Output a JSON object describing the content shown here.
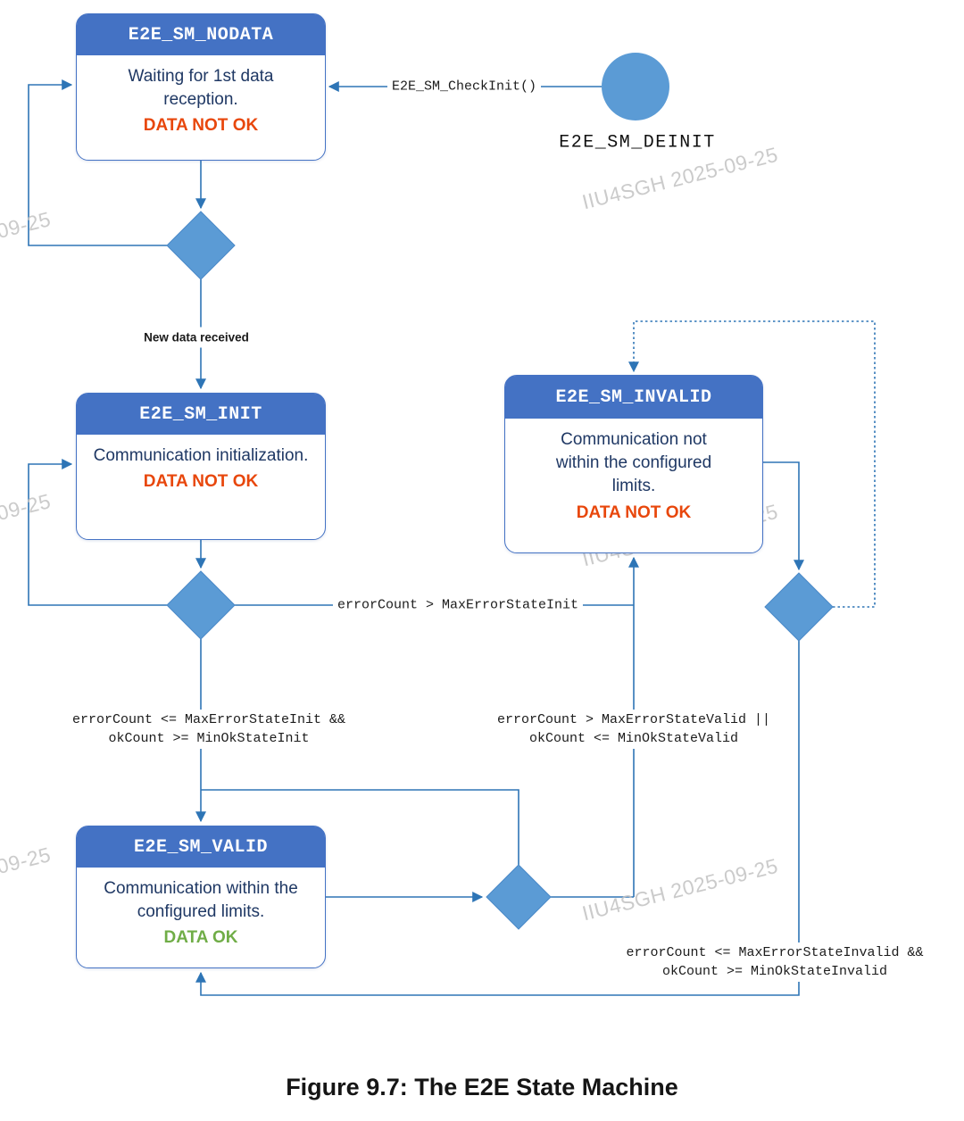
{
  "figure": {
    "caption": "Figure 9.7: The E2E State Machine"
  },
  "initial_state": {
    "name": "E2E_SM_DEINIT"
  },
  "states": {
    "nodata": {
      "title": "E2E_SM_NODATA",
      "description": "Waiting for 1st data reception.",
      "status": "DATA NOT OK"
    },
    "init": {
      "title": "E2E_SM_INIT",
      "description": "Communication initialization.",
      "status": "DATA NOT OK"
    },
    "valid": {
      "title": "E2E_SM_VALID",
      "description": "Communication within the configured limits.",
      "status": "DATA OK"
    },
    "invalid": {
      "title": "E2E_SM_INVALID",
      "description": "Communication not within the configured limits.",
      "status": "DATA NOT OK"
    }
  },
  "transitions": {
    "check_init": {
      "label": "E2E_SM_CheckInit()",
      "from": "E2E_SM_DEINIT",
      "to": "E2E_SM_NODATA"
    },
    "new_data": {
      "label": "New data received",
      "from": "E2E_SM_NODATA",
      "to": "E2E_SM_INIT"
    },
    "init_to_invalid": {
      "label": "errorCount > MaxErrorStateInit",
      "from": "E2E_SM_INIT",
      "to": "E2E_SM_INVALID"
    },
    "init_to_valid": {
      "label_line1": "errorCount <= MaxErrorStateInit &&",
      "label_line2": "okCount >= MinOkStateInit",
      "from": "E2E_SM_INIT",
      "to": "E2E_SM_VALID"
    },
    "valid_to_invalid": {
      "label_line1": "errorCount > MaxErrorStateValid ||",
      "label_line2": "okCount <= MinOkStateValid",
      "from": "E2E_SM_VALID",
      "to": "E2E_SM_INVALID"
    },
    "invalid_to_valid": {
      "label_line1": "errorCount <= MaxErrorStateInvalid &&",
      "label_line2": "okCount >= MinOkStateInvalid",
      "from": "E2E_SM_INVALID",
      "to": "E2E_SM_VALID"
    }
  },
  "watermark": {
    "full": "IIU4SGH 2025-09-25",
    "partial": "-09-25"
  },
  "colors": {
    "state_header": "#4472C4",
    "shape_fill": "#5B9BD5",
    "connector": "#2E75B6",
    "status_not_ok": "#E8470C",
    "status_ok": "#70AD47",
    "body_text": "#1F3864"
  }
}
